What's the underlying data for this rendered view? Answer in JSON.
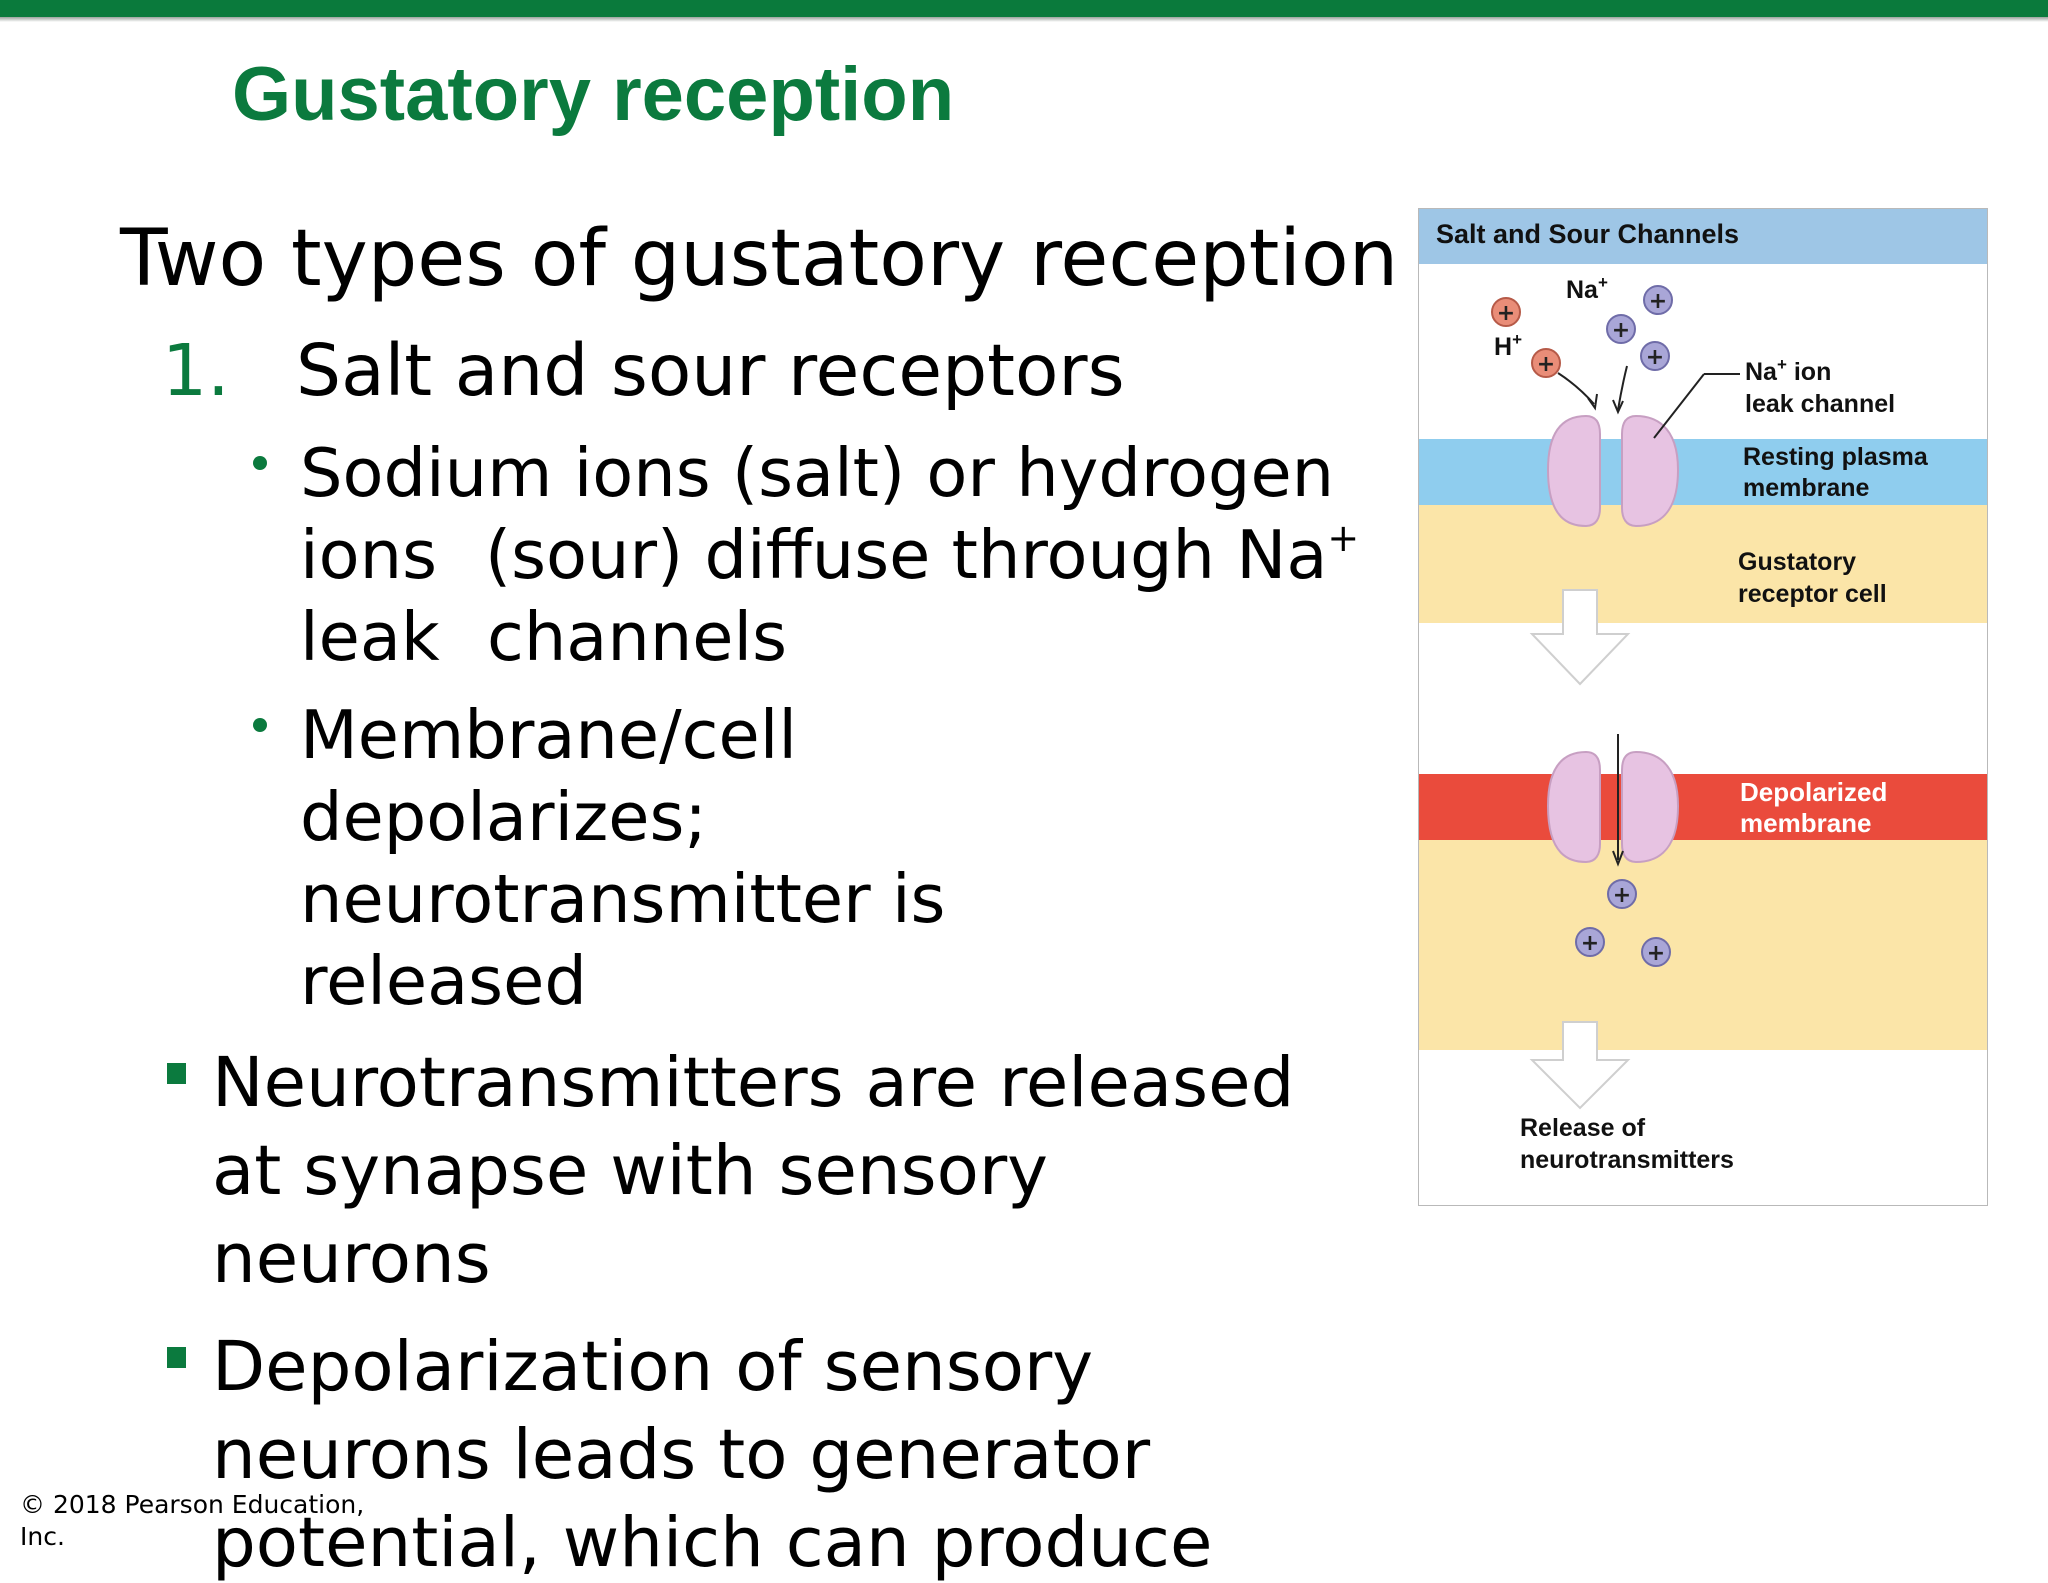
{
  "slide": {
    "title": "Gustatory reception",
    "heading": "Two types of gustatory reception",
    "item1_number": "1.",
    "item1_label": "Salt and sour receptors",
    "bullet1": {
      "line1": "Sodium ions (salt) or hydrogen",
      "line2a": "ions",
      "line2b": "(sour) diffuse through Na",
      "line2_sup": "+",
      "line3a": "leak",
      "line3b": "channels"
    },
    "bullet2": {
      "line1": "Membrane/cell",
      "line2": "depolarizes;",
      "line3": "neurotransmitter is",
      "line4": "released"
    },
    "square1": {
      "line1": "Neurotransmitters are released",
      "line2": "at synapse with sensory",
      "line3": "neurons"
    },
    "square2": {
      "line1": "Depolarization of sensory",
      "line2": "neurons leads to generator",
      "line3": "potential, which can produce"
    },
    "copyright_line1": "© 2018 Pearson Education,",
    "copyright_line2": "Inc."
  },
  "figure": {
    "header": "Salt and Sour Channels",
    "na_label": "Na",
    "h_label": "H",
    "plus_sign": "+",
    "leak_channel_line1": "Na",
    "leak_channel_line1_rest": " ion",
    "leak_channel_line2": "leak channel",
    "resting_line1": "Resting plasma",
    "resting_line2": "membrane",
    "gustatory_line1": "Gustatory",
    "gustatory_line2": "receptor cell",
    "depolarized_line1": "Depolarized",
    "depolarized_line2": "membrane",
    "release_line1": "Release of",
    "release_line2": "neurotransmitters",
    "colors": {
      "header_bg": "#9ec6e6",
      "resting_membrane": "#8fcdee",
      "cell": "#fbe5a8",
      "depolarized_membrane": "#ea4b3c",
      "channel": "#e7c3e2",
      "na_ion": "#a9a6d7",
      "h_ion": "#e98d78"
    }
  },
  "theme": {
    "green": "#0b7a3e"
  }
}
